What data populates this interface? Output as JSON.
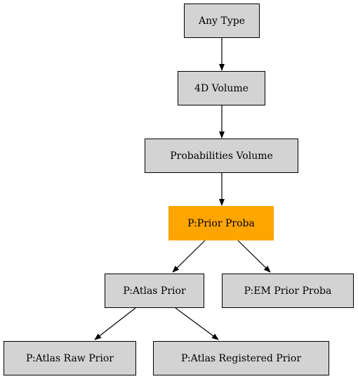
{
  "diagram": {
    "type": "hierarchy",
    "colors": {
      "node_fill": "#d3d3d3",
      "node_border": "#000000",
      "highlight_fill": "#ffa500",
      "edge": "#000000",
      "background": "#ffffff"
    },
    "nodes": {
      "any_type": "Any Type",
      "volume_4d": "4D Volume",
      "probabilities_volume": "Probabilities Volume",
      "prior_proba": "P:Prior Proba",
      "atlas_prior": "P:Atlas Prior",
      "em_prior_proba": "P:EM Prior Proba",
      "atlas_raw_prior": "P:Atlas Raw Prior",
      "atlas_registered_prior": "P:Atlas Registered Prior"
    },
    "highlighted": "prior_proba",
    "edges": [
      [
        "any_type",
        "volume_4d"
      ],
      [
        "volume_4d",
        "probabilities_volume"
      ],
      [
        "probabilities_volume",
        "prior_proba"
      ],
      [
        "prior_proba",
        "atlas_prior"
      ],
      [
        "prior_proba",
        "em_prior_proba"
      ],
      [
        "atlas_prior",
        "atlas_raw_prior"
      ],
      [
        "atlas_prior",
        "atlas_registered_prior"
      ]
    ]
  }
}
